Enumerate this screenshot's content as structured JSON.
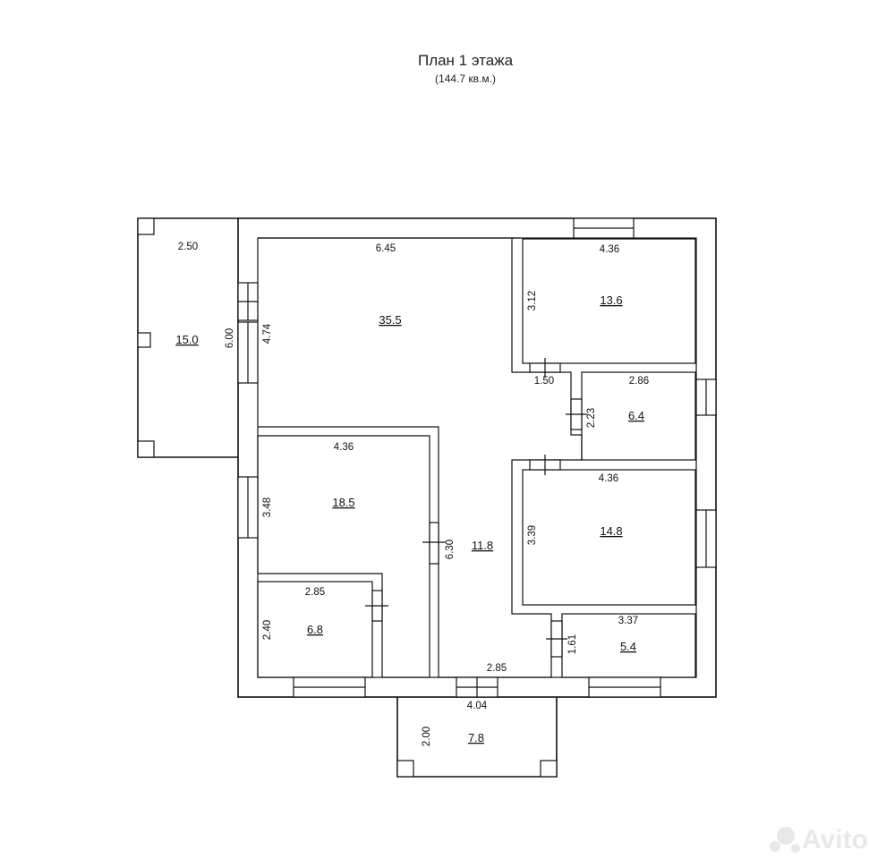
{
  "header": {
    "title": "План 1 этажа",
    "subtitle": "(144.7 кв.м.)"
  },
  "rooms": {
    "terrace_left": {
      "area": "15.0",
      "width": "2.50",
      "height": "6.00"
    },
    "living": {
      "area": "35.5",
      "width": "6.45",
      "height": "4.74"
    },
    "bedroom_ne": {
      "area": "13.6",
      "width": "4.36",
      "height": "3.12"
    },
    "bath_e": {
      "area": "6.4",
      "width": "2.86",
      "height": "2.23"
    },
    "bedroom_e": {
      "area": "14.8",
      "width": "4.36",
      "height": "3.39"
    },
    "room_w": {
      "area": "18.5",
      "width": "4.36",
      "height": "3.48"
    },
    "hall": {
      "area": "11.8",
      "height": "6.30",
      "bottom_width": "2.85"
    },
    "room_sw": {
      "area": "6.8",
      "width": "2.85",
      "height": "2.40"
    },
    "room_se": {
      "area": "5.4",
      "width": "3.37",
      "height": "1.61"
    },
    "porch": {
      "area": "7.8",
      "width": "4.04",
      "height": "2.00"
    }
  },
  "dims": {
    "corridor_door": "1.50"
  },
  "watermark": {
    "brand": "Avito"
  }
}
